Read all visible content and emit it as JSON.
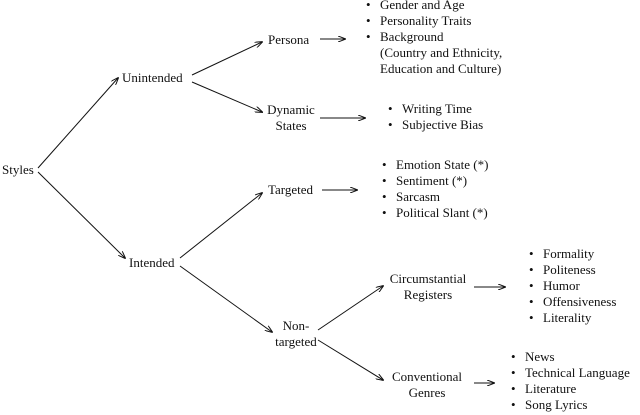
{
  "root": "Styles",
  "unintended": "Unintended",
  "intended": "Intended",
  "persona": "Persona",
  "dynamic": [
    "Dynamic",
    "States"
  ],
  "targeted": "Targeted",
  "nontargeted": [
    "Non-",
    "targeted"
  ],
  "circumstantial": [
    "Circumstantial",
    "Registers"
  ],
  "conventional": [
    "Conventional",
    "Genres"
  ],
  "bullet": "•",
  "persona_list": [
    "Gender and Age",
    "Personality Traits",
    "Background"
  ],
  "persona_sub": [
    "(Country and Ethnicity,",
    "Education and Culture)"
  ],
  "dynamic_list": [
    "Writing Time",
    "Subjective Bias"
  ],
  "targeted_list": [
    "Emotion State (*)",
    "Sentiment (*)",
    "Sarcasm",
    "Political Slant (*)"
  ],
  "circumstantial_list": [
    "Formality",
    "Politeness",
    "Humor",
    "Offensiveness",
    "Literality"
  ],
  "conventional_list": [
    "News",
    "Technical Language",
    "Literature",
    "Song Lyrics"
  ]
}
